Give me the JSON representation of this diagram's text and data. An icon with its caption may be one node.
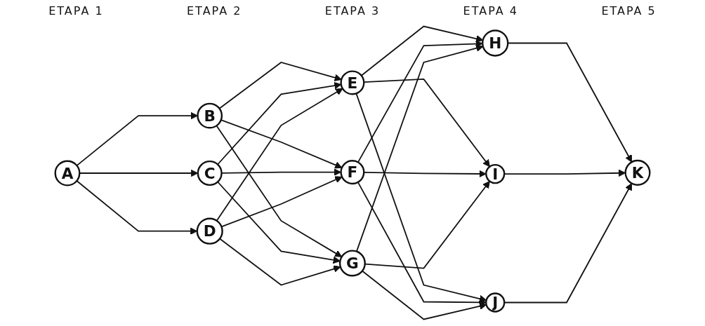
{
  "diagram": {
    "nodes": [
      {
        "text": [
          "A"
        ]
      },
      {
        "text": [
          "B"
        ]
      },
      {
        "text": [
          "C"
        ]
      },
      {
        "text": [
          "D"
        ]
      },
      {
        "text": [
          "E"
        ]
      },
      {
        "text": [
          "F"
        ]
      },
      {
        "text": [
          "G"
        ]
      },
      {
        "text": [
          "H"
        ]
      },
      {
        "text": [
          "I"
        ]
      },
      {
        "text": [
          "J"
        ]
      },
      {
        "text": [
          "K"
        ]
      }
    ],
    "edges": [
      {
        "from": 0,
        "to": 1,
        "arrow": "to"
      },
      {
        "from": 0,
        "to": 2,
        "arrow": "to"
      },
      {
        "from": 0,
        "to": 3,
        "arrow": "to"
      },
      {
        "from": 1,
        "to": 4,
        "arrow": "to"
      },
      {
        "from": 1,
        "to": 5,
        "arrow": "to"
      },
      {
        "from": 1,
        "to": 6,
        "arrow": "to"
      },
      {
        "from": 2,
        "to": 4,
        "arrow": "to"
      },
      {
        "from": 2,
        "to": 5,
        "arrow": "to"
      },
      {
        "from": 2,
        "to": 6,
        "arrow": "to"
      },
      {
        "from": 3,
        "to": 4,
        "arrow": "to"
      },
      {
        "from": 3,
        "to": 5,
        "arrow": "to"
      },
      {
        "from": 3,
        "to": 6,
        "arrow": "to"
      },
      {
        "from": 4,
        "to": 7,
        "arrow": "to"
      },
      {
        "from": 4,
        "to": 8,
        "arrow": "to"
      },
      {
        "from": 4,
        "to": 9,
        "arrow": "to"
      },
      {
        "from": 5,
        "to": 7,
        "arrow": "to"
      },
      {
        "from": 5,
        "to": 8,
        "arrow": "to"
      },
      {
        "from": 5,
        "to": 9,
        "arrow": "to"
      },
      {
        "from": 6,
        "to": 7,
        "arrow": "to"
      },
      {
        "from": 6,
        "to": 8,
        "arrow": "to"
      },
      {
        "from": 6,
        "to": 9,
        "arrow": "to"
      },
      {
        "from": 7,
        "to": 10,
        "arrow": "to"
      },
      {
        "from": 8,
        "to": 10,
        "arrow": "to"
      },
      {
        "from": 9,
        "to": 10,
        "arrow": "to"
      }
    ],
    "labels": [
      "ETAPA 1",
      "ETAPA 2",
      "ETAPA 3",
      "ETAPA 4",
      "ETAPA 5"
    ]
  }
}
